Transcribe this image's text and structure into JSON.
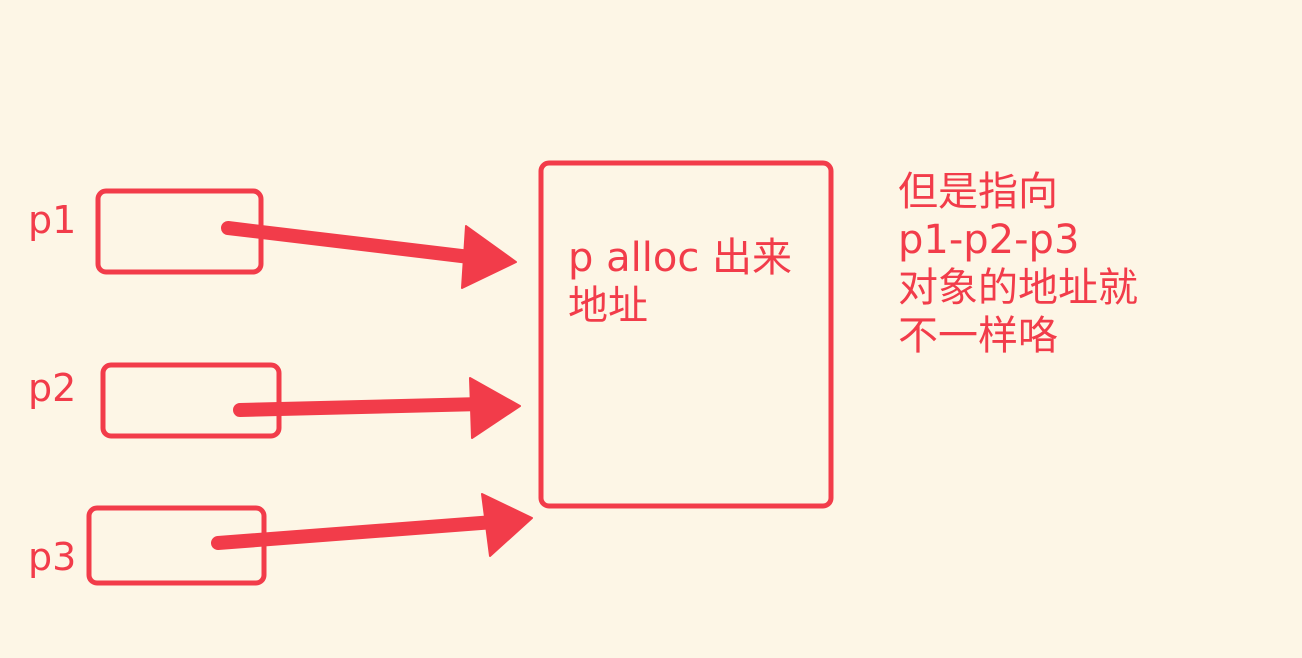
{
  "colors": {
    "background": "#fdf6e6",
    "stroke": "#f23c4a",
    "text": "#f23c4a"
  },
  "diagram": {
    "pointers": [
      {
        "label": "p1"
      },
      {
        "label": "p2"
      },
      {
        "label": "p3"
      }
    ],
    "target_box": {
      "lines": [
        "p alloc 出来",
        "地址"
      ]
    },
    "note": {
      "lines": [
        "但是指向",
        "p1-p2-p3",
        "对象的地址就",
        "不一样咯"
      ]
    }
  }
}
